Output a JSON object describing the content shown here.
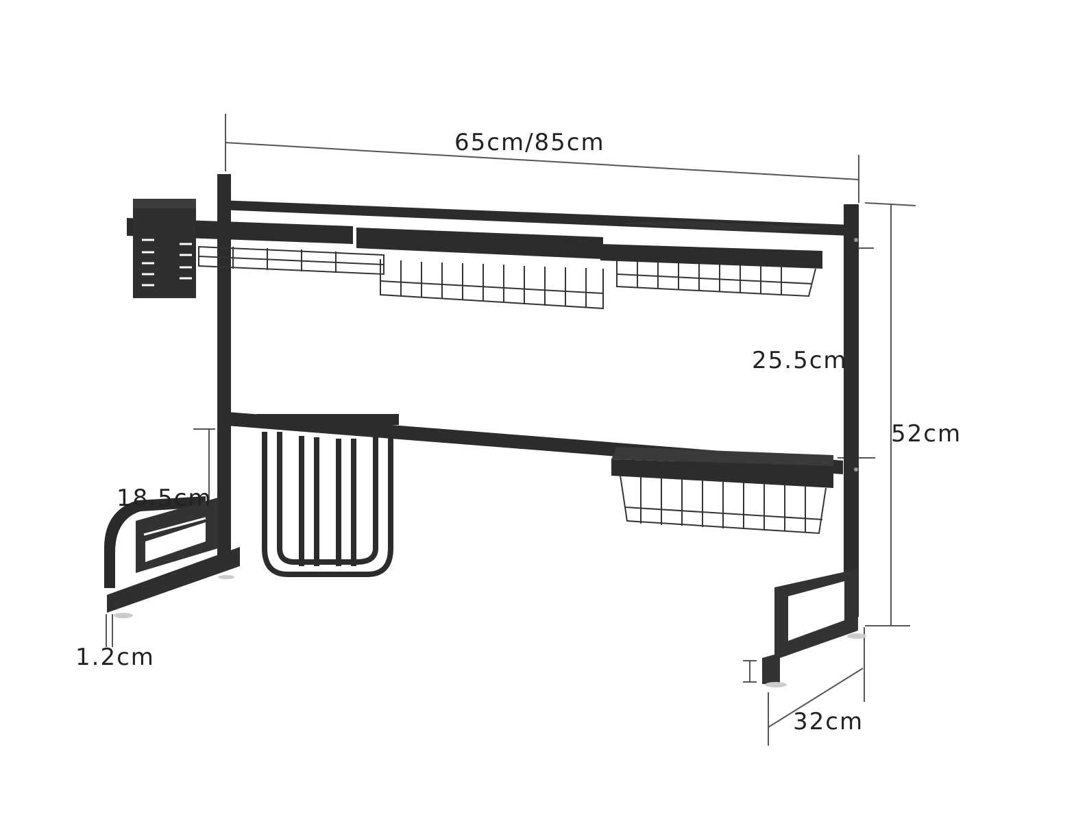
{
  "diagram": {
    "subject": "Over-the-sink dish drying rack",
    "colors": {
      "background": "#ffffff",
      "frame": "#2a2a2a",
      "frame_face": "#3a3a3a",
      "wire": "#333333",
      "dimension_line": "#555555",
      "label_text": "#222222"
    },
    "dimensions": {
      "width": {
        "label": "65cm/85cm"
      },
      "shelf_gap": {
        "label": "25.5cm"
      },
      "total_height": {
        "label": "52cm"
      },
      "side_rack_height": {
        "label": "18.5cm"
      },
      "foot_height": {
        "label": "1.2cm"
      },
      "depth": {
        "label": "32cm"
      }
    },
    "components": [
      {
        "id": "utensil-holder",
        "name": "Utensil holder"
      },
      {
        "id": "top-shelf-basket-left",
        "name": "Top shelf basket (left)"
      },
      {
        "id": "top-shelf-basket-center",
        "name": "Top shelf basket (center)"
      },
      {
        "id": "top-shelf-basket-right",
        "name": "Top shelf basket (right)"
      },
      {
        "id": "cutting-board-holder",
        "name": "Cutting board holder"
      },
      {
        "id": "pot-lid-holder",
        "name": "Lid / board holder"
      },
      {
        "id": "lower-basket",
        "name": "Lower hanging basket"
      }
    ]
  }
}
